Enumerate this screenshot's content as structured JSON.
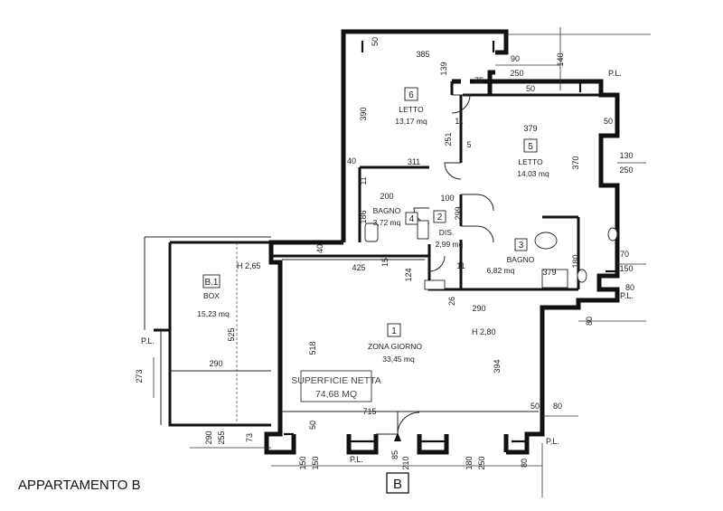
{
  "title": "APPARTAMENTO  B",
  "block_letter": "B",
  "surface": {
    "label": "SUPERFICIE NETTA",
    "value": "74,68 MQ"
  },
  "rooms": [
    {
      "id": "room-letto-6",
      "num": "6",
      "name": "LETTO",
      "area": "13,17  mq"
    },
    {
      "id": "room-letto-5",
      "num": "5",
      "name": "LETTO",
      "area": "14,03  mq"
    },
    {
      "id": "room-bagno-4",
      "num": "4",
      "name": "BAGNO",
      "area": "3,72  mq"
    },
    {
      "id": "room-dis-2",
      "num": "2",
      "name": "DIS.",
      "area": "2,99  mq"
    },
    {
      "id": "room-bagno-3",
      "num": "3",
      "name": "BAGNO",
      "area": "6,82  mq"
    },
    {
      "id": "room-zona-giorno-1",
      "num": "1",
      "name": "ZONA GIORNO",
      "area": "33,45  mq"
    },
    {
      "id": "room-box-b1",
      "num": "B.1",
      "name": "BOX",
      "area": "15,23  mq"
    }
  ],
  "heights": [
    "H 2,65",
    "H 2,80"
  ],
  "pl_label": "P.L.",
  "dimensions": [
    "50",
    "385",
    "90",
    "250",
    "140",
    "139",
    "75",
    "50",
    "390",
    "11",
    "379",
    "50",
    "251",
    "5",
    "370",
    "130",
    "250",
    "40",
    "311",
    "11",
    "200",
    "100",
    "186",
    "299",
    "40",
    "15",
    "124",
    "425",
    "11",
    "26",
    "290",
    "180",
    "379",
    "70",
    "150",
    "80",
    "80",
    "518",
    "394",
    "525",
    "290",
    "273",
    "715",
    "50",
    "80",
    "50",
    "290",
    "255",
    "73",
    "150",
    "150",
    "85",
    "210",
    "180",
    "250",
    "80"
  ]
}
